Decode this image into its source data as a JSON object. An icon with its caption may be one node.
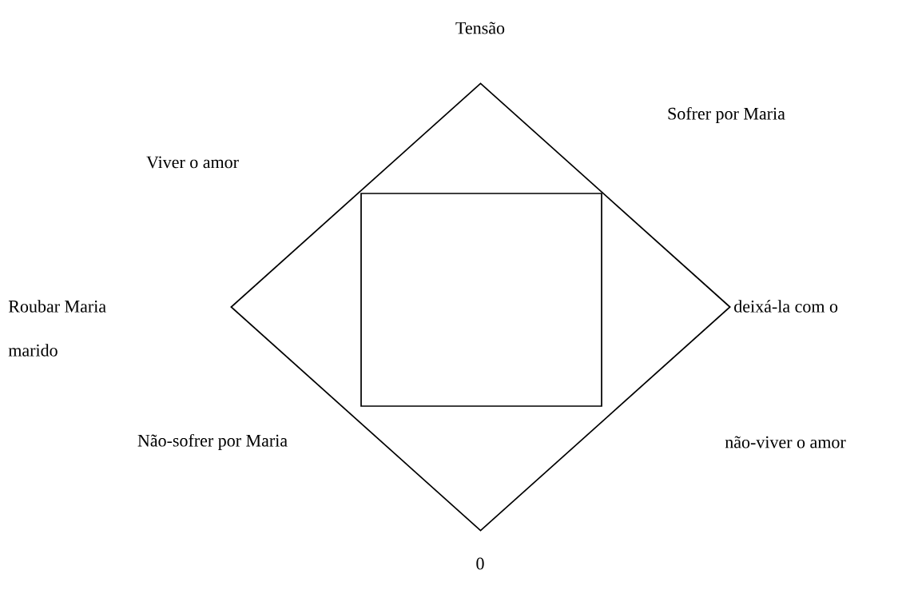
{
  "diagram": {
    "nodes": [
      {
        "text": [],
        "shape": "diamond"
      },
      {
        "text": [],
        "shape": "box",
        "in": 0
      }
    ],
    "labels": [
      "Tensão",
      "Sofrer por Maria",
      "Viver o amor",
      "Roubar Maria",
      "deixá-la com o",
      "marido",
      "Não-sofrer por Maria",
      "não-viver o amor",
      "0"
    ]
  }
}
